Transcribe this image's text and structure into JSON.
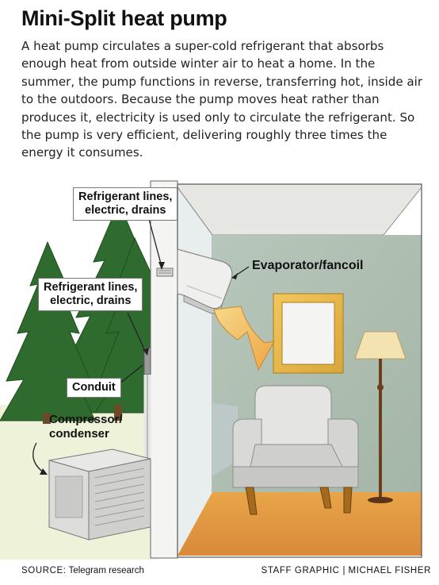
{
  "title": "Mini-Split heat pump",
  "intro_lines": [
    "A heat pump circulates a super-cold refrigerant that absorbs",
    "enough heat from outside winter air to heat a home. In the",
    "summer, the pump functions in reverse, transferring hot, inside air",
    "to the outdoors. Because the pump moves heat rather than",
    "produces it, electricity is used only to circulate the refrigerant. So",
    "the pump is very efficient, delivering roughly three times the",
    "energy it consumes."
  ],
  "labels": {
    "lines_indoor": [
      "Refrigerant lines,",
      "electric, drains"
    ],
    "lines_outdoor": [
      "Refrigerant lines,",
      "electric, drains"
    ],
    "evaporator": "Evaporator/fancoil",
    "conduit": "Conduit",
    "compressor": [
      "Compressor/",
      "condenser"
    ]
  },
  "footer": {
    "source_label": "SOURCE:",
    "source_value": "Telegram research",
    "staff_label": "STAFF GRAPHIC",
    "artist": "MICHAEL FISHER"
  },
  "colors": {
    "room_wall": "#a9bbae",
    "floor": "#e0963a",
    "trees": "#2f6b2e",
    "airflow_arrow": "#f2c35b"
  }
}
